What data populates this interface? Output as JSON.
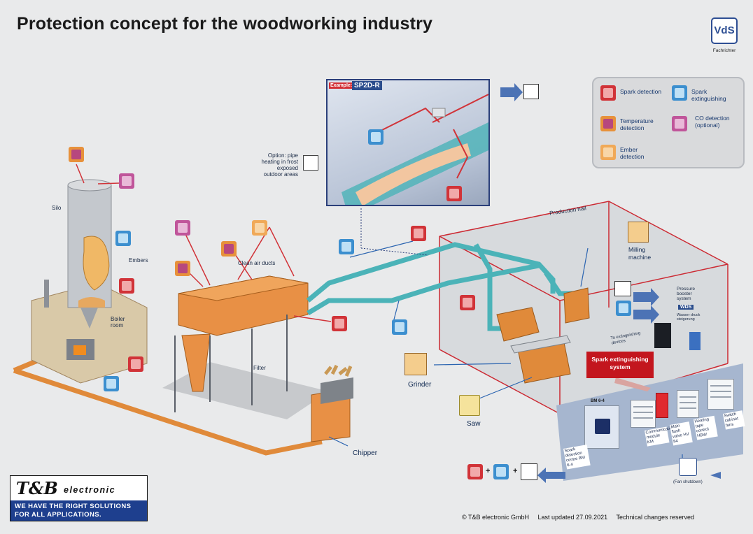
{
  "title": "Protection concept for the woodworking industry",
  "vds": {
    "logo_text": "VdS",
    "sub": "Fachrichter"
  },
  "legend": {
    "items": [
      {
        "label": "Spark detection",
        "icon": "spark-detection-icon"
      },
      {
        "label": "Spark extinguishing",
        "icon": "spark-extinguishing-icon"
      },
      {
        "label": "Temperature detection",
        "icon": "temperature-detection-icon"
      },
      {
        "label": "CO detection (optional)",
        "icon": "co-detection-icon"
      },
      {
        "label": "Ember detection",
        "icon": "ember-detection-icon"
      }
    ]
  },
  "example": {
    "tag": "Example:",
    "model": "SP2D-R",
    "option_text": "Option: pipe heating in frost exposed outdoor areas"
  },
  "labels": {
    "silo": "Silo",
    "embers": "Embers",
    "boiler_room": "Boiler room",
    "clean_air_ducts": "Clean air ducts",
    "filter": "Filter",
    "chipper": "Chipper",
    "production_hall": "Production hall",
    "milling_machine": "Milling machine",
    "grinder": "Grinder",
    "saw": "Saw",
    "pressure_booster": "Pressure booster system",
    "wds": "WDS",
    "wds_sub": "Wasser druck steigerung",
    "to_extinguishing": "To extinguishing devices",
    "spark_banner": "Spark extinguishing system",
    "bm": "BM 6-4",
    "fan_shutdown": "(Fan shutdown)",
    "panel_spark": "Spark detection centre BM 6-4",
    "panel_comm": "Communication module KM",
    "panel_main": "Main flush valve HV 84",
    "panel_heating": "Heating tape control HBW",
    "panel_switch": "Switch cabinet fans"
  },
  "logo": {
    "brand": "T&B",
    "electronic": "electronic",
    "slogan1": "WE HAVE THE RIGHT SOLUTIONS",
    "slogan2": "FOR ALL APPLICATIONS."
  },
  "footer": {
    "copyright": "© T&B electronic GmbH",
    "updated": "Last updated 27.09.2021",
    "changes": "Technical changes reserved"
  },
  "colors": {
    "duct_orange": "#e08a3a",
    "duct_teal": "#4bb3b8",
    "spark_red": "#d13338",
    "ext_blue": "#3c8fcf",
    "hall_red": "#cc2a33",
    "panel_blue": "#a6b6cf"
  }
}
